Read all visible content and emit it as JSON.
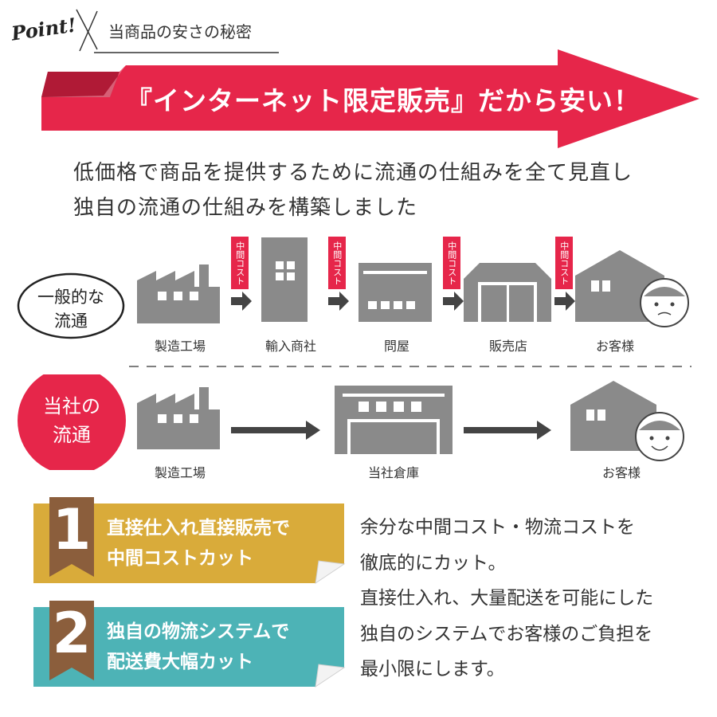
{
  "header": {
    "point_label": "Point!",
    "title": "当商品の安さの秘密"
  },
  "banner": {
    "text": "『インターネット限定販売』だから安い！",
    "color": "#e6264a"
  },
  "intro": {
    "line1": "低価格で商品を提供するために流通の仕組みを全て見直し",
    "line2": "独自の流通の仕組みを構築しました"
  },
  "general_flow": {
    "label_line1": "一般的な",
    "label_line2": "流通",
    "tag": "中間コスト",
    "steps": [
      "製造工場",
      "輸入商社",
      "問屋",
      "販売店",
      "お客様"
    ]
  },
  "our_flow": {
    "label_line1": "当社の",
    "label_line2": "流通",
    "steps": [
      "製造工場",
      "当社倉庫",
      "お客様"
    ]
  },
  "points": [
    {
      "number": "1",
      "line1": "直接仕入れ直接販売で",
      "line2": "中間コストカット",
      "color": "#d9ab3a",
      "ribbon": "#8b5e3c"
    },
    {
      "number": "2",
      "line1": "独自の物流システムで",
      "line2": "配送費大幅カット",
      "color": "#4db3b6",
      "ribbon": "#8b5e3c"
    }
  ],
  "description": {
    "lines": [
      "余分な中間コスト・物流コストを",
      "徹底的にカット。",
      "直接仕入れ、大量配送を可能にした",
      "独自のシステムでお客様のご負担を",
      "最小限にします。"
    ]
  },
  "colors": {
    "icon_gray": "#8a8a8a",
    "accent_red": "#e6264a"
  }
}
